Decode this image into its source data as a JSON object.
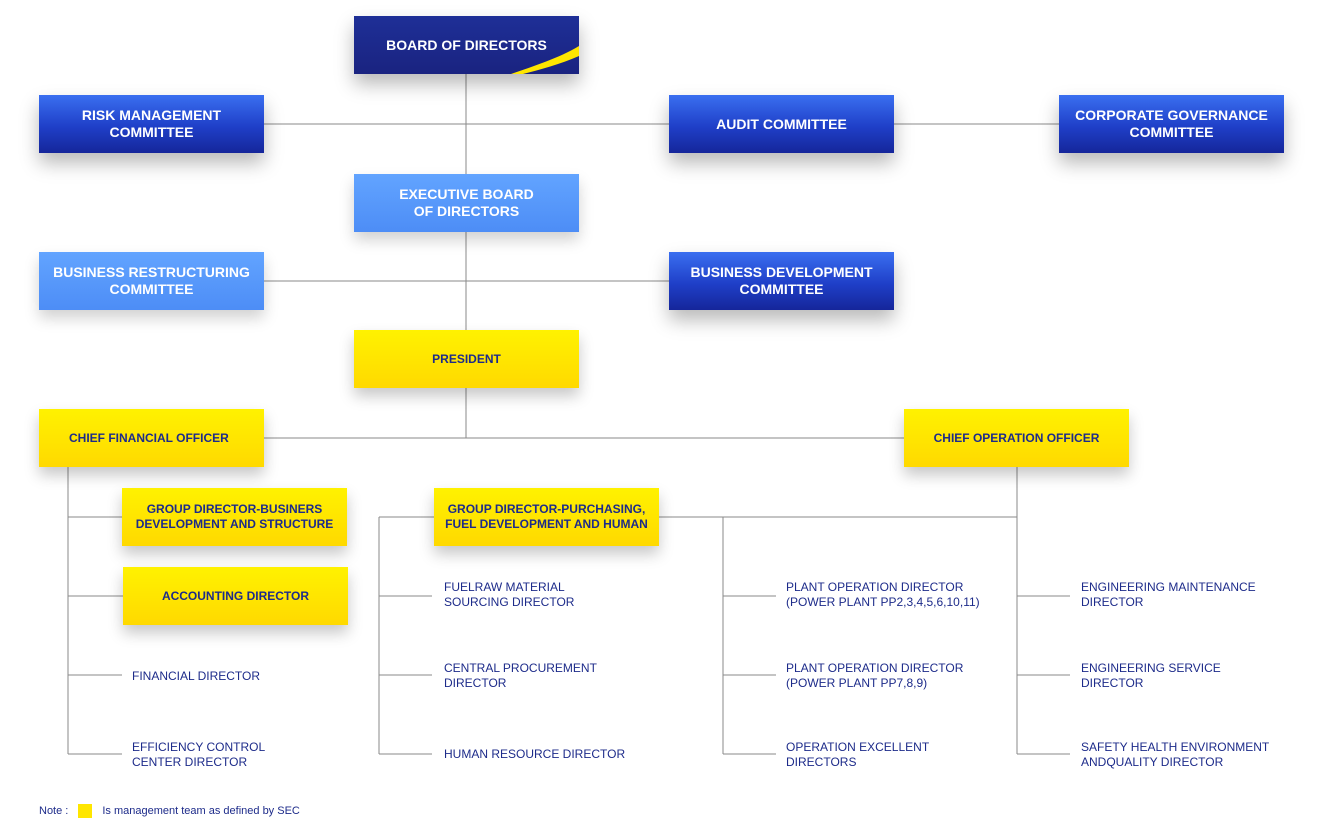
{
  "colors": {
    "navy": "#1a2380",
    "royal_blue": "#1f3fc8",
    "light_blue": "#4d8df6",
    "yellow": "#ffe600",
    "text_navy": "#1d2b8a",
    "connector": "#8a8a8a"
  },
  "nodes": {
    "board": "BOARD OF DIRECTORS",
    "risk_committee": "RISK MANAGEMENT\nCOMMITTEE",
    "audit_committee": "AUDIT COMMITTEE",
    "governance_committee": "CORPORATE GOVERNANCE\nCOMMITTEE",
    "executive_board": "EXECUTIVE BOARD\nOF DIRECTORS",
    "restructuring_committee": "BUSINESS RESTRUCTURING\nCOMMITTEE",
    "development_committee": "BUSINESS DEVELOPMENT\nCOMMITTEE",
    "president": "PRESIDENT",
    "cfo": "CHIEF FINANCIAL OFFICER",
    "coo": "CHIEF OPERATION OFFICER",
    "gd_business": "GROUP DIRECTOR-BUSINERS\nDEVELOPMENT AND STRUCTURE",
    "accounting_director": "ACCOUNTING DIRECTOR",
    "gd_purchasing": "GROUP DIRECTOR-PURCHASING,\nFUEL DEVELOPMENT AND HUMAN"
  },
  "leaves": {
    "financial_director": "FINANCIAL DIRECTOR",
    "efficiency_director": "EFFICIENCY CONTROL\nCENTER DIRECTOR",
    "fuel_sourcing_director": "FUELRAW MATERIAL\nSOURCING DIRECTOR",
    "central_procurement_director": "CENTRAL PROCUREMENT\nDIRECTOR",
    "hr_director": "HUMAN RESOURCE DIRECTOR",
    "plant_op_director_1": "PLANT OPERATION DIRECTOR\n(POWER PLANT PP2,3,4,5,6,10,11)",
    "plant_op_director_2": "PLANT OPERATION DIRECTOR\n(POWER PLANT PP7,8,9)",
    "op_excellent_directors": "OPERATION EXCELLENT\nDIRECTORS",
    "eng_maintenance_director": "ENGINEERING MAINTENANCE\nDIRECTOR",
    "eng_service_director": "ENGINEERING SERVICE\nDIRECTOR",
    "she_quality_director": "SAFETY HEALTH ENVIRONMENT\nANDQUALITY DIRECTOR"
  },
  "note": {
    "label": "Note :",
    "text": "Is management team as defined by SEC"
  }
}
